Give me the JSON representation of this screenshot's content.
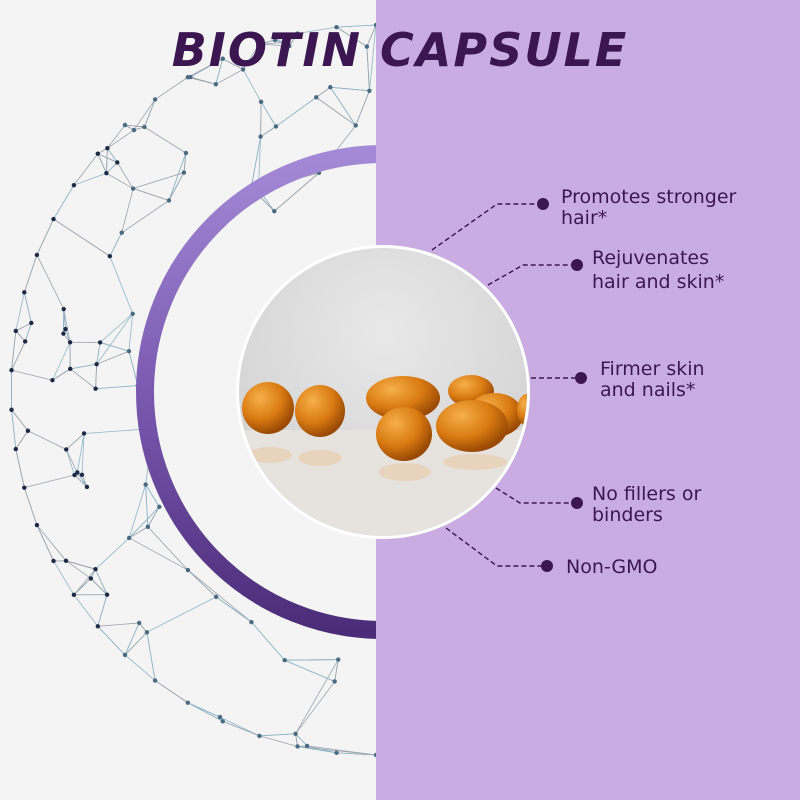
{
  "title": "BIOTIN CAPSULE",
  "colors": {
    "left_bg": "#f4f4f4",
    "right_bg": "#c9ade2",
    "text": "#3b1650",
    "ring_top": "#8e73c8",
    "ring_bottom": "#4a2c78",
    "capsule": "#d97a12"
  },
  "features": [
    {
      "line1": "Promotes stronger",
      "line2": "hair*"
    },
    {
      "line1": "Rejuvenates",
      "line2": "hair and skin*"
    },
    {
      "line1": "Firmer skin",
      "line2": "and nails*"
    },
    {
      "line1": "No fillers or",
      "line2": "binders"
    },
    {
      "line1": "Non-GMO",
      "line2": ""
    }
  ]
}
